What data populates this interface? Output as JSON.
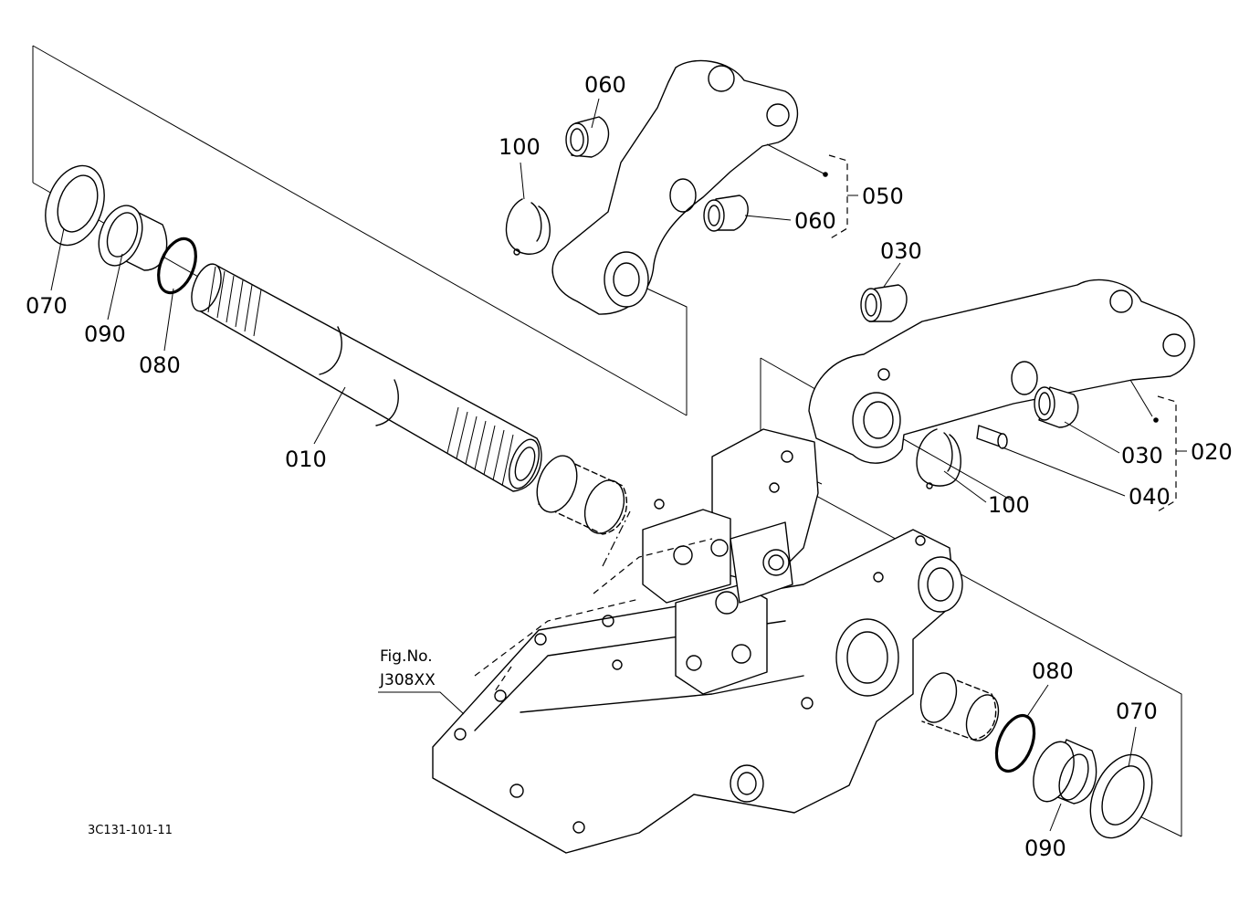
{
  "diagram": {
    "figure_reference": {
      "line1": "Fig.No.",
      "line2": "J308XX"
    },
    "drawing_code": "3C131-101-11",
    "callouts": {
      "c070_left": "070",
      "c090_left": "090",
      "c080_left": "080",
      "c010": "010",
      "c060_top": "060",
      "c100_top": "100",
      "c060_mid": "060",
      "c050": "050",
      "c030_top": "030",
      "c030_right": "030",
      "c020": "020",
      "c040": "040",
      "c100_right": "100",
      "c080_right": "080",
      "c070_right": "070",
      "c090_right": "090"
    }
  }
}
